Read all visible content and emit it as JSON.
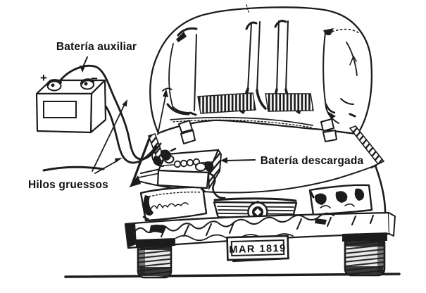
{
  "diagram": {
    "type": "car-jump-start-illustration",
    "background": "#ffffff",
    "ink_color": "#1c1c1c",
    "labels": {
      "aux_battery": "Batería auxiliar",
      "thick_wires": "Hilos gruessos",
      "dead_battery": "Batería descargada",
      "aux_plus": "+",
      "aux_minus": "−"
    },
    "license_plate": "MAR 1819"
  }
}
